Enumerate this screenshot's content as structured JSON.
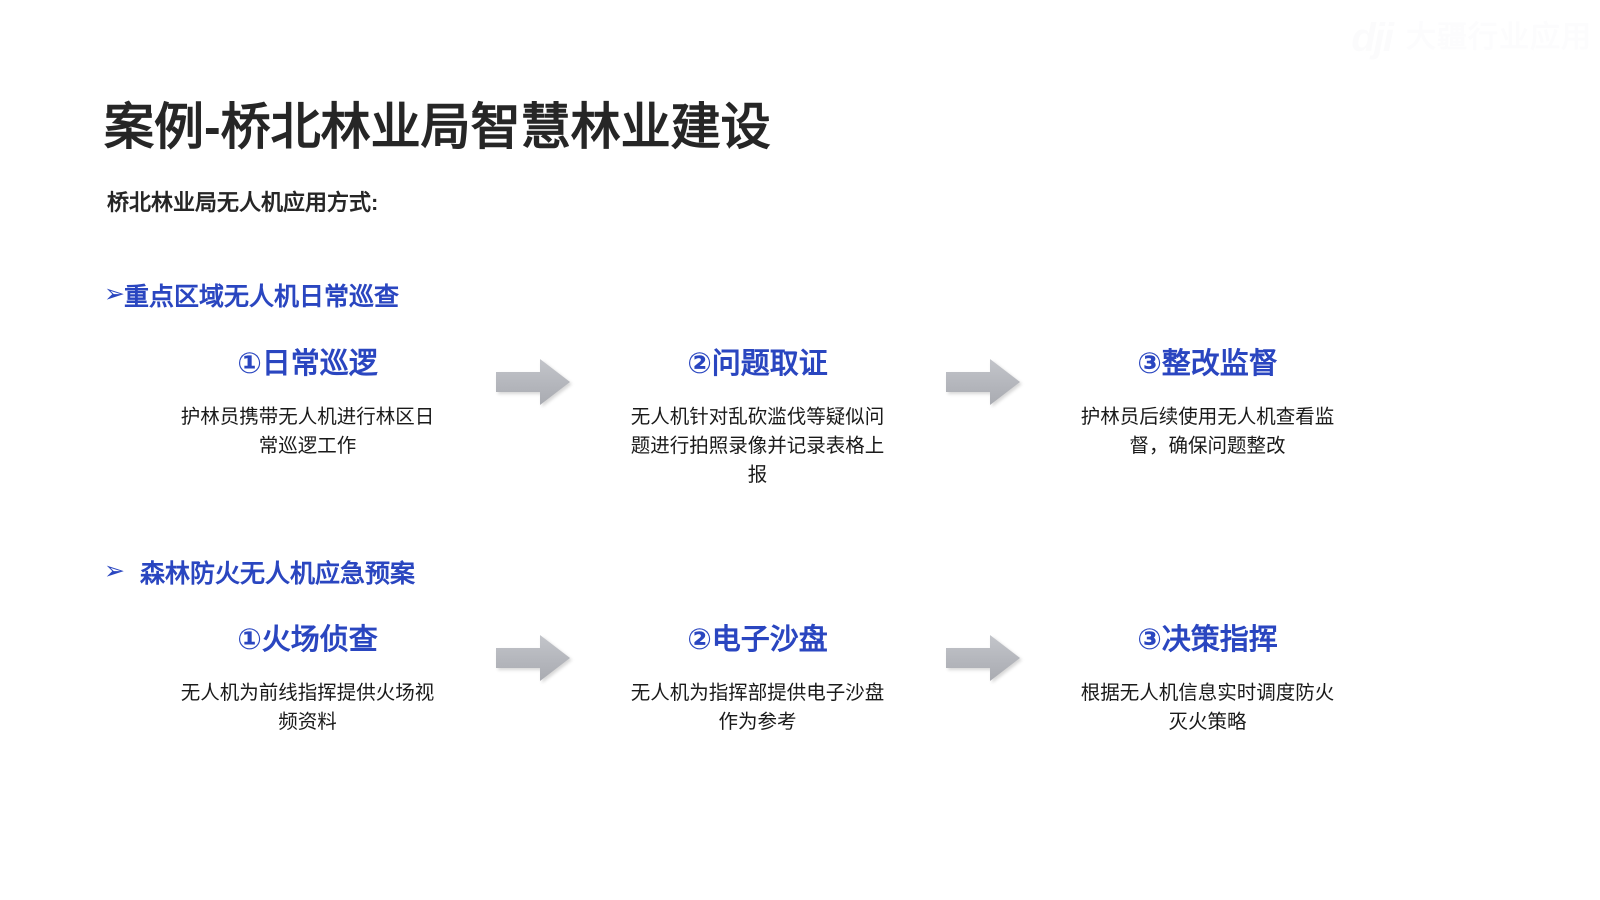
{
  "watermark": {
    "logo": "dji",
    "text": "大疆行业应用"
  },
  "slide": {
    "title": "案例-桥北林业局智慧林业建设",
    "subtitle": "桥北林业局无人机应用方式:",
    "accent_color": "#2a46c0",
    "text_color": "#262626",
    "arrow_color": "#b4b6bc"
  },
  "sections": [
    {
      "bullet": "➢",
      "heading": "重点区域无人机日常巡查",
      "steps": [
        {
          "title": "①日常巡逻",
          "desc": "护林员携带无人机进行林区日常巡逻工作"
        },
        {
          "title": "②问题取证",
          "desc": "无人机针对乱砍滥伐等疑似问题进行拍照录像并记录表格上报"
        },
        {
          "title": "③整改监督",
          "desc": "护林员后续使用无人机查看监督，确保问题整改"
        }
      ]
    },
    {
      "bullet": "➢",
      "heading": "森林防火无人机应急预案",
      "steps": [
        {
          "title": "①火场侦查",
          "desc": "无人机为前线指挥提供火场视频资料"
        },
        {
          "title": "②电子沙盘",
          "desc": "无人机为指挥部提供电子沙盘作为参考"
        },
        {
          "title": "③决策指挥",
          "desc": "根据无人机信息实时调度防火灭火策略"
        }
      ]
    }
  ]
}
